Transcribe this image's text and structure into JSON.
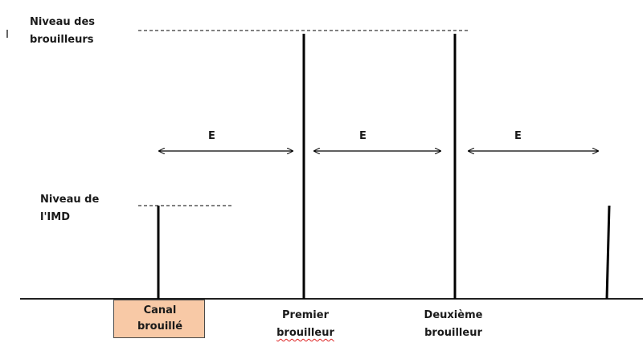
{
  "labels": {
    "interferer_level": [
      "Niveau des",
      "brouilleurs"
    ],
    "imd_level": [
      "Niveau de",
      "l'IMD"
    ],
    "spacing": "E",
    "first_interferer": [
      "Premier",
      "brouilleur"
    ],
    "second_interferer": [
      "Deuxième",
      "brouilleur"
    ],
    "canal": [
      "Canal",
      "brouillé"
    ]
  },
  "colors": {
    "line": "#000000",
    "canal_box_fill": "#f8c9a6",
    "spellcheck_underline": "#dd2222"
  }
}
